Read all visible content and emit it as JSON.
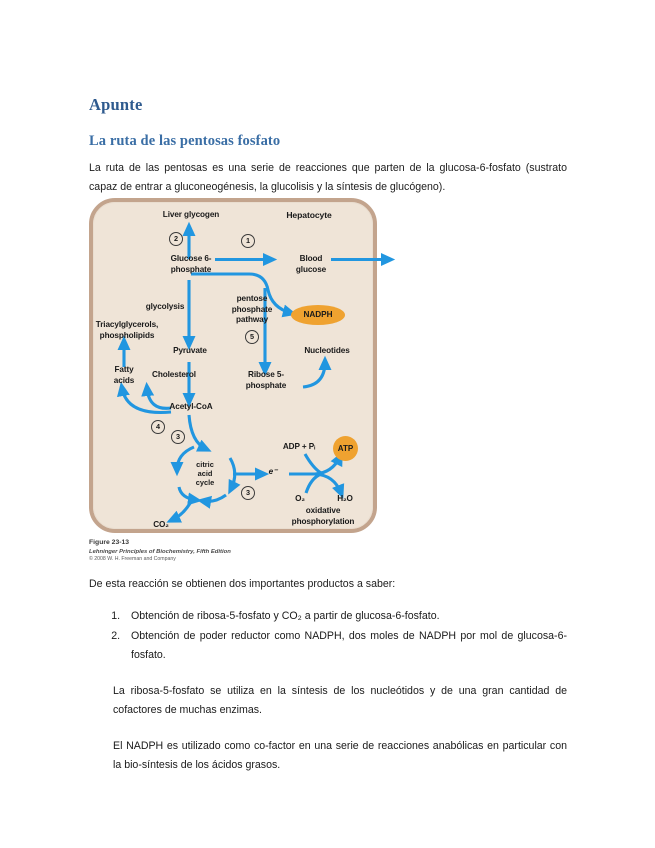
{
  "document": {
    "title": "Apunte",
    "subtitle": "La ruta de las pentosas fosfato",
    "intro": "La ruta de las pentosas es una serie de reacciones que parten de la glucosa-6-fosfato (sustrato capaz de entrar a gluconeogénesis, la glucolisis y la síntesis de glucógeno).",
    "after_figure": "De esta reacción se obtienen dos importantes productos a saber:",
    "list_items": [
      "Obtención de ribosa-5-fosfato y CO₂ a partir de glucosa-6-fosfato.",
      "Obtención de poder reductor como NADPH, dos moles de NADPH por mol de glucosa-6-fosfato."
    ],
    "paragraph_ribose": "La ribosa-5-fosfato se utiliza en la síntesis de los nucleótidos y de una gran cantidad de cofactores de muchas enzimas.",
    "paragraph_nadph": "El NADPH es utilizado como co-factor en una serie de reacciones anabólicas en particular con la bio-síntesis de los ácidos grasos."
  },
  "figure": {
    "caption_number": "Figure 23-13",
    "caption_source": "Lehninger Principles of Biochemistry, Fifth Edition",
    "caption_copyright": "© 2008 W. H. Freeman and Company",
    "cell_label": "Hepatocyte",
    "colors": {
      "cell_fill": "#efe4d7",
      "cell_border": "#c3a48d",
      "arrow_blue": "#2196e0",
      "molecule_orange": "#efa230",
      "heading_blue": "#3a6ea5"
    },
    "nodes": [
      {
        "id": "liver-glycogen",
        "label": "Liver glycogen"
      },
      {
        "id": "glucose-6-phosphate",
        "label": "Glucose 6-\nphosphate"
      },
      {
        "id": "blood-glucose",
        "label": "Blood\nglucose"
      },
      {
        "id": "glycolysis",
        "label": "glycolysis"
      },
      {
        "id": "pentose-phosphate-pathway",
        "label": "pentose\nphosphate\npathway"
      },
      {
        "id": "nadph",
        "label": "NADPH"
      },
      {
        "id": "triacylglycerols-phospholipids",
        "label": "Triacylglycerols,\nphospholipids"
      },
      {
        "id": "pyruvate",
        "label": "Pyruvate"
      },
      {
        "id": "nucleotides",
        "label": "Nucleotides"
      },
      {
        "id": "fatty-acids",
        "label": "Fatty\nacids"
      },
      {
        "id": "cholesterol",
        "label": "Cholesterol"
      },
      {
        "id": "ribose-5-phosphate",
        "label": "Ribose 5-\nphosphate"
      },
      {
        "id": "acetyl-coa",
        "label": "Acetyl-CoA"
      },
      {
        "id": "adp-pi",
        "label": "ADP + Pᵢ"
      },
      {
        "id": "atp",
        "label": "ATP"
      },
      {
        "id": "citric-acid-cycle",
        "label": "citric\nacid\ncycle"
      },
      {
        "id": "electron",
        "label": "e⁻"
      },
      {
        "id": "co2",
        "label": "CO₂"
      },
      {
        "id": "o2",
        "label": "O₂"
      },
      {
        "id": "h2o",
        "label": "H₂O"
      },
      {
        "id": "oxidative-phosphorylation",
        "label": "oxidative\nphosphorylation"
      }
    ],
    "steps": [
      {
        "id": "step-1",
        "label": "1"
      },
      {
        "id": "step-2",
        "label": "2"
      },
      {
        "id": "step-3a",
        "label": "3"
      },
      {
        "id": "step-3b",
        "label": "3"
      },
      {
        "id": "step-4",
        "label": "4"
      },
      {
        "id": "step-5",
        "label": "5"
      }
    ]
  }
}
